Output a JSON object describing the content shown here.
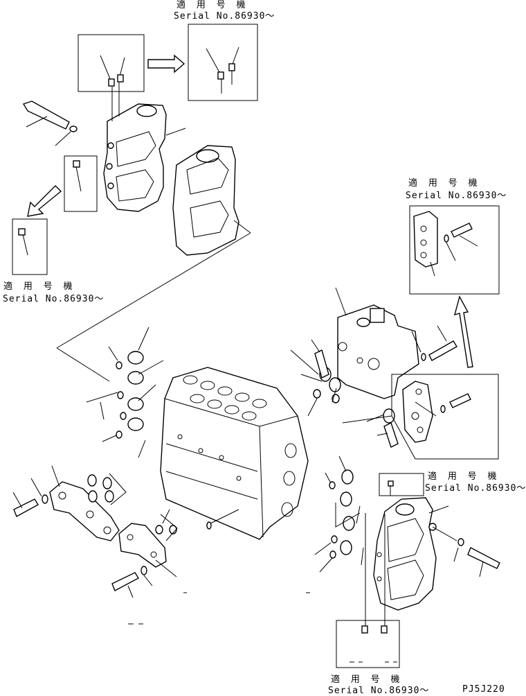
{
  "notes": {
    "top_center": {
      "applicable": "適 用 号 機",
      "serial": "Serial No.86930～"
    },
    "left_mid": {
      "applicable": "適 用 号 機",
      "serial": "Serial No.86930～"
    },
    "right_upper": {
      "applicable": "適 用 号 機",
      "serial": "Serial No.86930～"
    },
    "right_mid": {
      "applicable": "適 用 号 機",
      "serial": "Serial No.86930～"
    },
    "bottom": {
      "applicable": "適 用 号 機",
      "serial": "Serial No.86930～"
    }
  },
  "drawing_code": "PJ5J220",
  "icons": [
    "arrow-right-icon",
    "arrow-down-left-icon",
    "arrow-up-icon"
  ]
}
